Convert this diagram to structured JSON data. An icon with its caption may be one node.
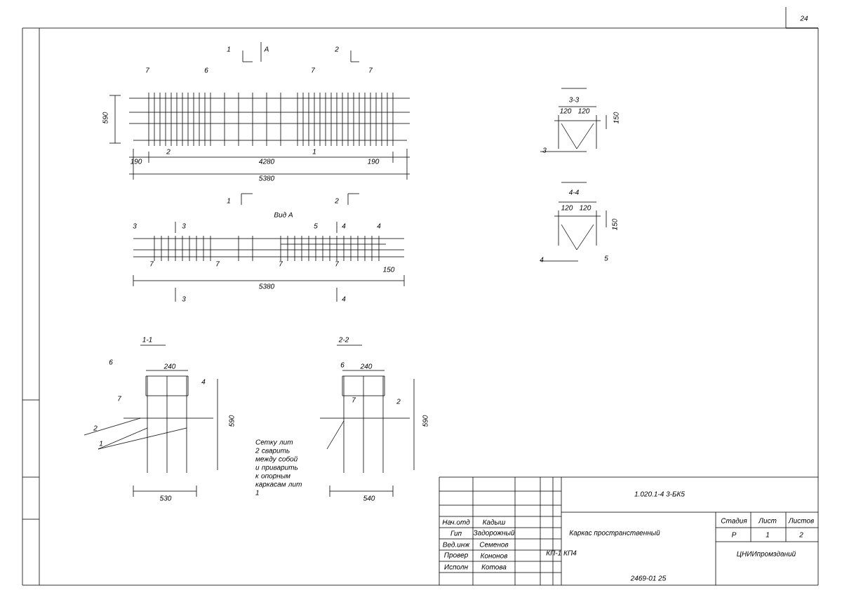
{
  "diagram": {
    "labels": [
      "24",
      "1",
      "А",
      "2",
      "7",
      "6",
      "7",
      "7",
      "590",
      "2",
      "1",
      "190",
      "4280",
      "190",
      "5380",
      "1",
      "2",
      "Вид А",
      "3",
      "3",
      "5",
      "4",
      "4",
      "7",
      "7",
      "7",
      "7",
      "150",
      "5380",
      "3",
      "4",
      "3-3",
      "120",
      "120",
      "150",
      "3",
      "4-4",
      "120",
      "120",
      "150",
      "4",
      "5",
      "1-1",
      "6",
      "240",
      "7",
      "4",
      "590",
      "2",
      "1",
      "530",
      "2-2",
      "6",
      "240",
      "7",
      "2",
      "590",
      "540",
      "Сетку лит 2 сварить между собой и приварить к опорным каркасам лит 1",
      "1.020.1-4 3-БК5",
      "Нач.отд",
      "Кадыш",
      "Гип",
      "Задорожный",
      "Вед.инж",
      "Семенов",
      "Провер",
      "Кононов",
      "Исполн",
      "Котова",
      "Каркас пространственный",
      "КП-1 КП4",
      "Стадия",
      "Лист",
      "Листов",
      "Р",
      "1",
      "2",
      "ЦНИИпромзданий",
      "2469-01 25"
    ]
  }
}
